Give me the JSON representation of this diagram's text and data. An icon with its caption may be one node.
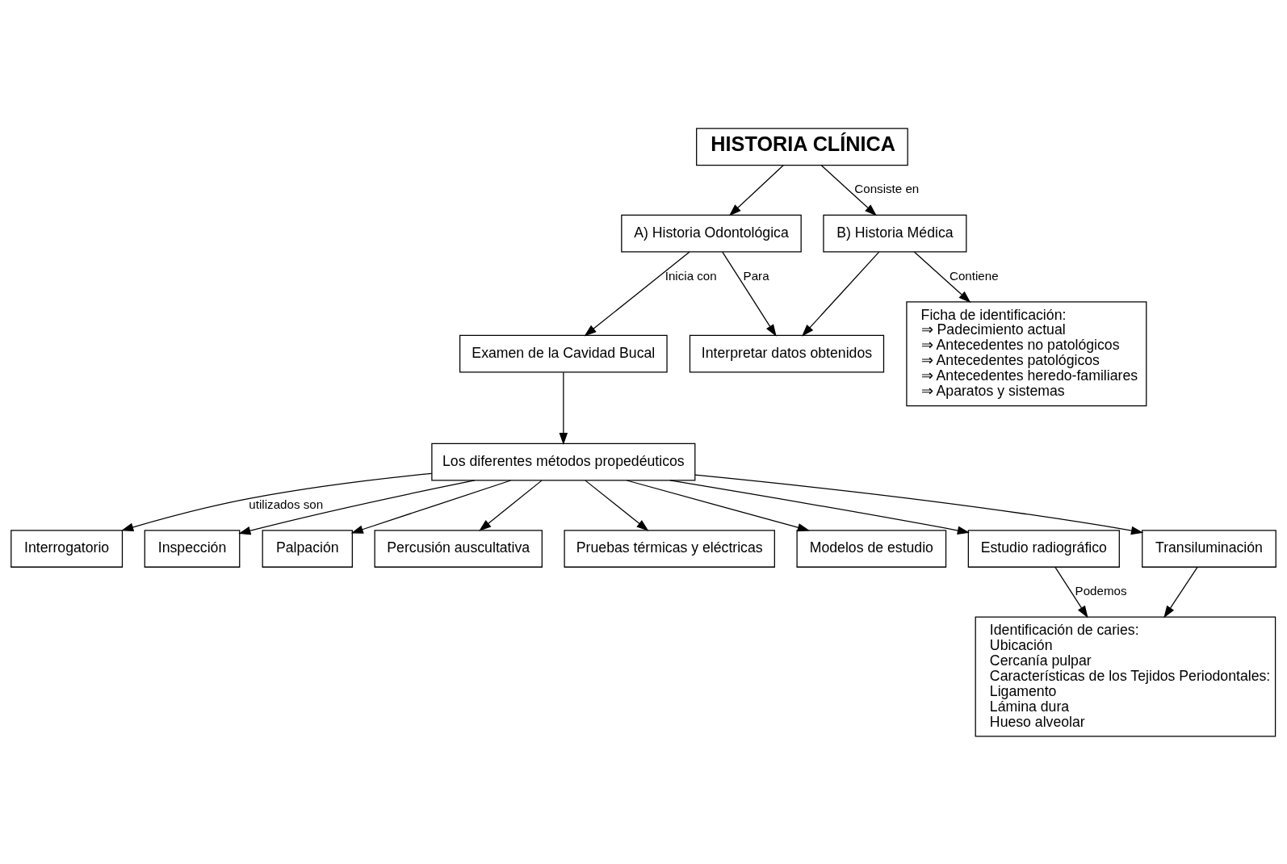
{
  "diagram": {
    "nodes": [
      {
        "text": [
          "HISTORIA CLÍNICA"
        ]
      },
      {
        "text": [
          "A) Historia Odontológica"
        ]
      },
      {
        "text": [
          "B) Historia Médica"
        ]
      },
      {
        "text": [
          "Examen de la Cavidad Bucal"
        ]
      },
      {
        "text": [
          "Los diferentes métodos propedéuticos"
        ]
      },
      {
        "text": [
          "Interpretar datos obtenidos"
        ]
      },
      {
        "text": [
          "Ficha de identificación:",
          "⇒ Padecimiento actual",
          "⇒ Antecedentes no patológicos",
          "⇒ Antecedentes patológicos",
          "⇒ Antecedentes heredo-familiares",
          "⇒ Aparatos y sistemas"
        ]
      },
      {
        "text": [
          "Interrogatorio"
        ]
      },
      {
        "text": [
          "Inspección"
        ]
      },
      {
        "text": [
          "Palpación"
        ]
      },
      {
        "text": [
          "Percusión auscultativa"
        ]
      },
      {
        "text": [
          "Pruebas térmicas y eléctricas"
        ]
      },
      {
        "text": [
          "Modelos de estudio"
        ]
      },
      {
        "text": [
          "Estudio radiográfico"
        ]
      },
      {
        "text": [
          "Transiluminación"
        ]
      },
      {
        "text": [
          "Identificación de caries:",
          "Ubicación",
          "Cercanía pulpar",
          "Características de los Tejidos Periodontales:",
          "Ligamento",
          "Lámina dura",
          "Hueso alveolar"
        ]
      }
    ],
    "edges": [
      {
        "from": 0,
        "to": 1,
        "arrow": "to"
      },
      {
        "from": 0,
        "to": 2,
        "arrow": "to",
        "label": "Consiste en"
      },
      {
        "from": 1,
        "to": 3,
        "arrow": "to",
        "label": "Inicia con"
      },
      {
        "from": 3,
        "to": 4,
        "arrow": "to"
      },
      {
        "from": 1,
        "to": 5,
        "arrow": "to",
        "label": "Para"
      },
      {
        "from": 2,
        "to": 5,
        "arrow": "to"
      },
      {
        "from": 2,
        "to": 6,
        "arrow": "to",
        "label": "Contiene"
      },
      {
        "from": 4,
        "to": 7,
        "arrow": "to",
        "label": "utilizados son"
      },
      {
        "from": 4,
        "to": 8,
        "arrow": "to"
      },
      {
        "from": 4,
        "to": 9,
        "arrow": "to"
      },
      {
        "from": 4,
        "to": 10,
        "arrow": "to"
      },
      {
        "from": 4,
        "to": 11,
        "arrow": "to"
      },
      {
        "from": 4,
        "to": 12,
        "arrow": "to"
      },
      {
        "from": 4,
        "to": 13,
        "arrow": "to"
      },
      {
        "from": 4,
        "to": 14,
        "arrow": "to"
      },
      {
        "from": 13,
        "to": 15,
        "arrow": "to",
        "label": "Podemos"
      },
      {
        "from": 14,
        "to": 15,
        "arrow": "to"
      }
    ]
  }
}
